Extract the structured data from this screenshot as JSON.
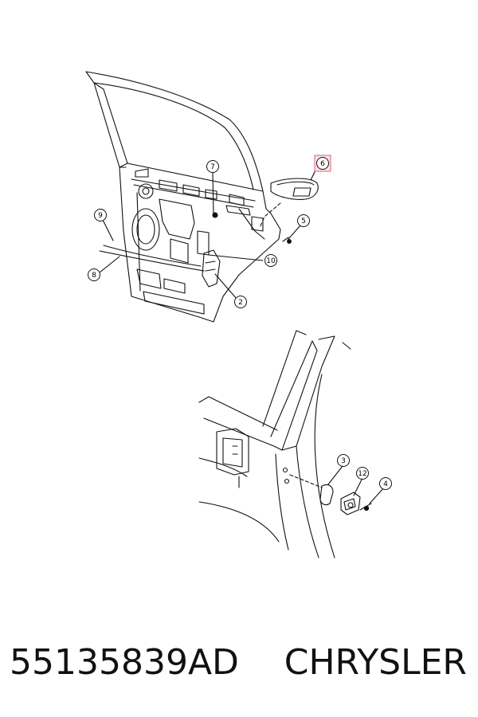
{
  "diagram": {
    "callouts": [
      {
        "id": "c7",
        "label": "7"
      },
      {
        "id": "c6",
        "label": "6",
        "highlighted": true
      },
      {
        "id": "c9",
        "label": "9"
      },
      {
        "id": "c5",
        "label": "5"
      },
      {
        "id": "c10",
        "label": "10"
      },
      {
        "id": "c8",
        "label": "8"
      },
      {
        "id": "c2",
        "label": "2"
      },
      {
        "id": "c3",
        "label": "3"
      },
      {
        "id": "c12",
        "label": "12"
      },
      {
        "id": "c4",
        "label": "4"
      }
    ],
    "highlight_color": "#e0607a"
  },
  "footer": {
    "part_number": "55135839AD",
    "brand": "CHRYSLER"
  }
}
